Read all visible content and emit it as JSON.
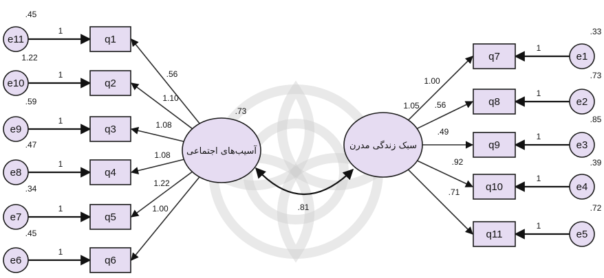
{
  "latents": {
    "social_harms": {
      "label": "آسیب‌های اجتماعی",
      "variance": ".73"
    },
    "modern_lifestyle": {
      "label": "سبک زندگی مدرن"
    }
  },
  "correlation": ".81",
  "left_items": [
    {
      "id": "q1",
      "error": "e11",
      "error_var": ".45",
      "loading": ".56",
      "fixed": "1"
    },
    {
      "id": "q2",
      "error": "e10",
      "error_var": "1.22",
      "loading": "1.10",
      "fixed": "1"
    },
    {
      "id": "q3",
      "error": "e9",
      "error_var": ".59",
      "loading": "1.08",
      "fixed": "1"
    },
    {
      "id": "q4",
      "error": "e8",
      "error_var": ".47",
      "loading": "1.08",
      "fixed": "1"
    },
    {
      "id": "q5",
      "error": "e7",
      "error_var": ".34",
      "loading": "1.22",
      "fixed": "1"
    },
    {
      "id": "q6",
      "error": "e6",
      "error_var": ".45",
      "loading": "1.00",
      "fixed": "1"
    }
  ],
  "right_items": [
    {
      "id": "q7",
      "error": "e1",
      "error_var": ".33",
      "loading": "1.00",
      "fixed": "1"
    },
    {
      "id": "q8",
      "error": "e2",
      "error_var": ".73",
      "loading": ".56",
      "fixed": "1"
    },
    {
      "id": "q9",
      "error": "e3",
      "error_var": ".85",
      "loading": ".49",
      "fixed": "1"
    },
    {
      "id": "q10",
      "error": "e4",
      "error_var": ".39",
      "loading": ".92",
      "fixed": "1"
    },
    {
      "id": "q11",
      "error": "e5",
      "error_var": ".72",
      "loading": ".71",
      "fixed": "1"
    }
  ],
  "extra_labels": {
    "right_latent_side": "1.05"
  }
}
